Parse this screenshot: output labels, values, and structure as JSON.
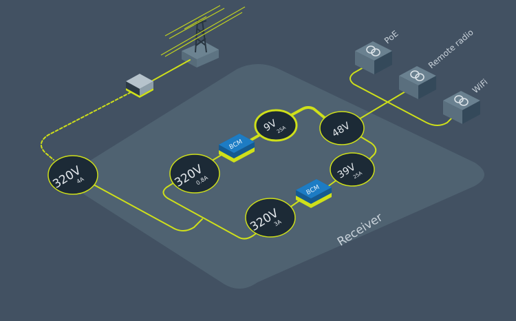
{
  "diagram": {
    "type": "isometric power distribution diagram",
    "colors": {
      "background": "#425162",
      "receiver_platform": "#4f6271",
      "wire": "#cfe01a",
      "node_fill": "#1c2a36",
      "bcm_top": "#1d7cc4",
      "bcm_side": "#155a90",
      "device_box": "#6a8190",
      "label": "#c9d2da"
    },
    "source": {
      "tower_label": "",
      "junction_label": ""
    },
    "receiver": {
      "label": "Receiver"
    },
    "nodes": [
      {
        "id": "n320v-4a",
        "voltage": "320V",
        "current": "4A"
      },
      {
        "id": "n320v-08a",
        "voltage": "320V",
        "current": "0.8A"
      },
      {
        "id": "n320v-3a",
        "voltage": "320V",
        "current": "3A"
      },
      {
        "id": "n9v-25a",
        "voltage": "9V",
        "current": "25A"
      },
      {
        "id": "n48v",
        "voltage": "48V",
        "current": ""
      },
      {
        "id": "n39v-25a",
        "voltage": "39V",
        "current": "25A"
      }
    ],
    "converters": [
      {
        "id": "bcm-top",
        "label": "BCM"
      },
      {
        "id": "bcm-bottom",
        "label": "BCM"
      }
    ],
    "loads": [
      {
        "id": "load-poe",
        "label": "PoE",
        "icon": "transformer-icon"
      },
      {
        "id": "load-remote-radio",
        "label": "Remote radio",
        "icon": "transformer-icon"
      },
      {
        "id": "load-wifi",
        "label": "WiFi",
        "icon": "transformer-icon"
      }
    ],
    "connections": [
      {
        "from": "power-tower",
        "to": "junction-box",
        "style": "solid"
      },
      {
        "from": "junction-box",
        "to": "n320v-4a",
        "style": "dashed"
      },
      {
        "from": "n320v-4a",
        "to": "n320v-3a",
        "style": "solid"
      },
      {
        "from": "n320v-08a",
        "to": "n320v-3a",
        "style": "solid"
      },
      {
        "from": "n320v-08a",
        "to": "bcm-top",
        "style": "solid"
      },
      {
        "from": "bcm-top",
        "to": "n9v-25a",
        "style": "thick"
      },
      {
        "from": "n9v-25a",
        "to": "n48v",
        "style": "thick"
      },
      {
        "from": "n320v-3a",
        "to": "bcm-bottom",
        "style": "solid"
      },
      {
        "from": "bcm-bottom",
        "to": "n39v-25a",
        "style": "solid"
      },
      {
        "from": "n39v-25a",
        "to": "n48v",
        "style": "solid"
      },
      {
        "from": "n48v",
        "to": "load-remote-radio",
        "style": "solid"
      },
      {
        "from": "load-poe",
        "to": "load-wifi",
        "style": "solid"
      }
    ]
  }
}
